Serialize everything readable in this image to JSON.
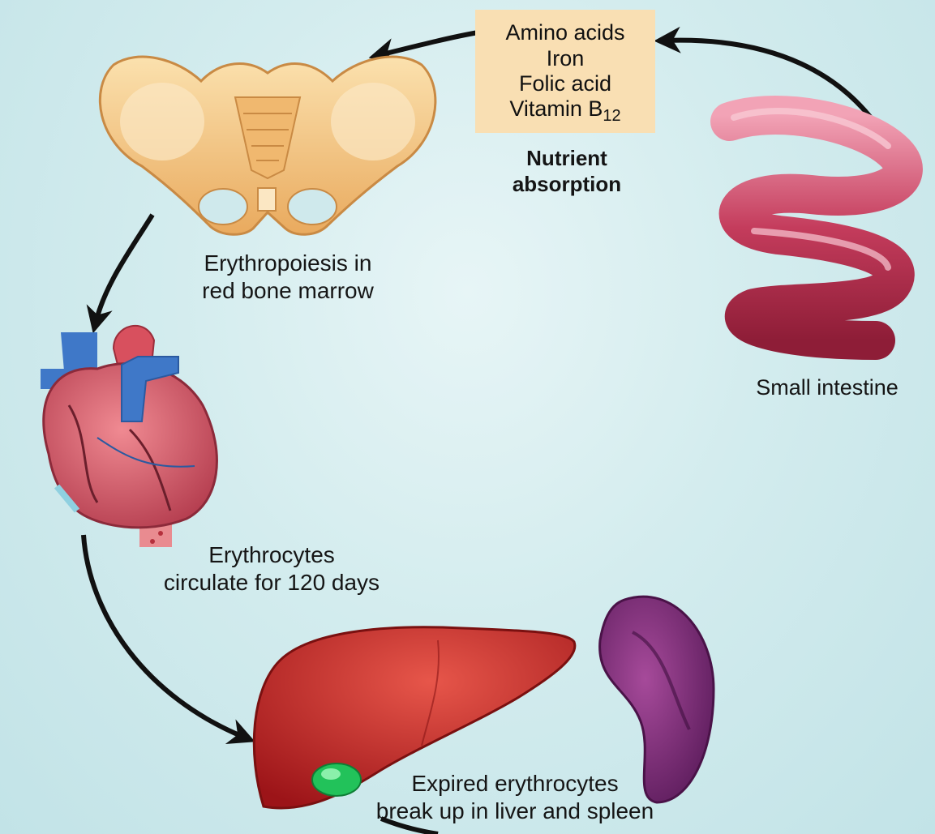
{
  "nutrients": {
    "items": [
      "Amino acids",
      "Iron",
      "Folic acid"
    ],
    "vitamin_b12": {
      "base": "Vitamin B",
      "subscript": "12"
    }
  },
  "captions": {
    "nutrient_absorption": [
      "Nutrient",
      "absorption"
    ],
    "erythropoiesis": [
      "Erythropoiesis in",
      "red bone marrow"
    ],
    "small_intestine": "Small intestine",
    "erythrocytes": [
      "Erythrocytes",
      "circulate for 120 days"
    ],
    "expired": [
      "Expired erythrocytes",
      "break up in liver and spleen"
    ]
  },
  "colors": {
    "background": "#cfe9ec",
    "nutrient_box": "#f9dfb3",
    "bone": "#f3c47f",
    "heart": "#d8505e",
    "vein": "#3f78c8",
    "intestine": "#c53f5d",
    "liver": "#c8282e",
    "spleen": "#7a2a78",
    "gallbladder": "#22c25a",
    "arrow": "#111111"
  }
}
